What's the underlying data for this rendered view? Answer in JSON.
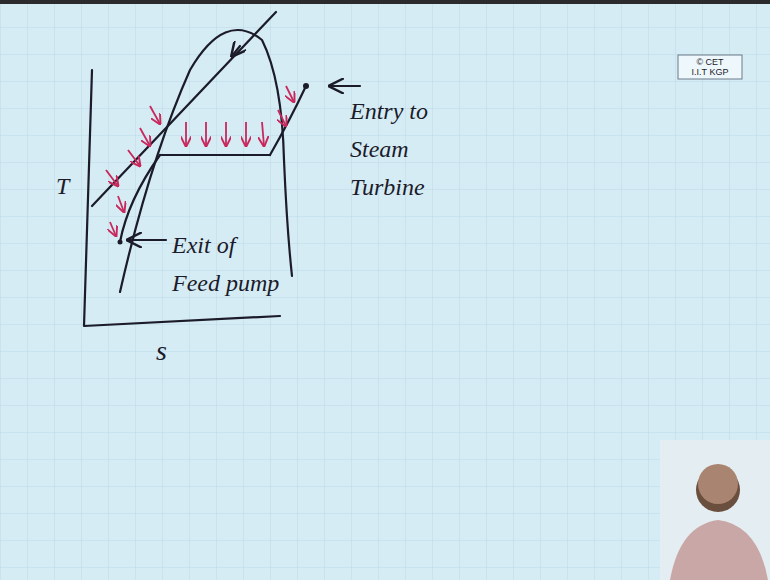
{
  "diagram": {
    "labels": [
      "© CET",
      "I.I.T KGP",
      "Entry to Steam Turbine",
      "Exit of Feed pump",
      "T",
      "s"
    ]
  }
}
